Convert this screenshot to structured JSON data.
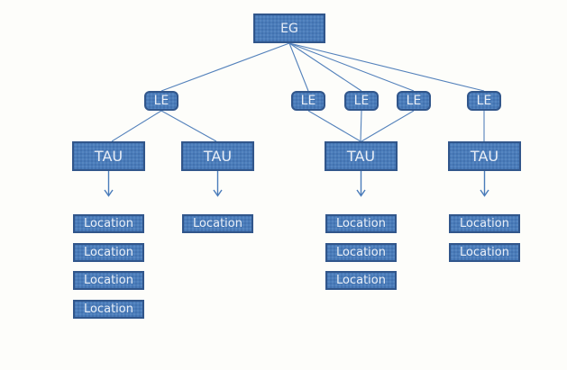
{
  "diagram": {
    "kind": "org-tree",
    "background_color": "#fdfdfa",
    "colors": {
      "node_fill": "#4a7cba",
      "node_border": "#31568b",
      "node_text": "#e8eef7",
      "connector": "#5381bb"
    },
    "structure": {
      "root": "EG",
      "edges": [
        {
          "from": "EG",
          "to": "LE-1",
          "arrow": false
        },
        {
          "from": "EG",
          "to": "LE-2",
          "arrow": false
        },
        {
          "from": "EG",
          "to": "LE-3",
          "arrow": false
        },
        {
          "from": "EG",
          "to": "LE-4",
          "arrow": false
        },
        {
          "from": "EG",
          "to": "LE-5",
          "arrow": false
        },
        {
          "from": "LE-1",
          "to": "TAU-1",
          "arrow": false
        },
        {
          "from": "LE-1",
          "to": "TAU-2",
          "arrow": false
        },
        {
          "from": "LE-2",
          "to": "TAU-3",
          "arrow": false
        },
        {
          "from": "LE-3",
          "to": "TAU-3",
          "arrow": false
        },
        {
          "from": "LE-4",
          "to": "TAU-3",
          "arrow": false
        },
        {
          "from": "LE-5",
          "to": "TAU-4",
          "arrow": false
        },
        {
          "from": "TAU-1",
          "to": "Location-list-1",
          "arrow": true
        },
        {
          "from": "TAU-2",
          "to": "Location-list-2",
          "arrow": true
        },
        {
          "from": "TAU-3",
          "to": "Location-list-3",
          "arrow": true
        },
        {
          "from": "TAU-4",
          "to": "Location-list-4",
          "arrow": true
        }
      ],
      "locations_per_tau": [
        4,
        1,
        3,
        2
      ]
    }
  },
  "nodes": {
    "eg": {
      "label": "EG"
    },
    "les": [
      {
        "label": "LE"
      },
      {
        "label": "LE"
      },
      {
        "label": "LE"
      },
      {
        "label": "LE"
      },
      {
        "label": "LE"
      }
    ],
    "taus": [
      {
        "label": "TAU"
      },
      {
        "label": "TAU"
      },
      {
        "label": "TAU"
      },
      {
        "label": "TAU"
      }
    ],
    "locations": [
      {
        "label": "Location"
      },
      {
        "label": "Location"
      },
      {
        "label": "Location"
      },
      {
        "label": "Location"
      },
      {
        "label": "Location"
      },
      {
        "label": "Location"
      },
      {
        "label": "Location"
      },
      {
        "label": "Location"
      },
      {
        "label": "Location"
      },
      {
        "label": "Location"
      }
    ]
  }
}
